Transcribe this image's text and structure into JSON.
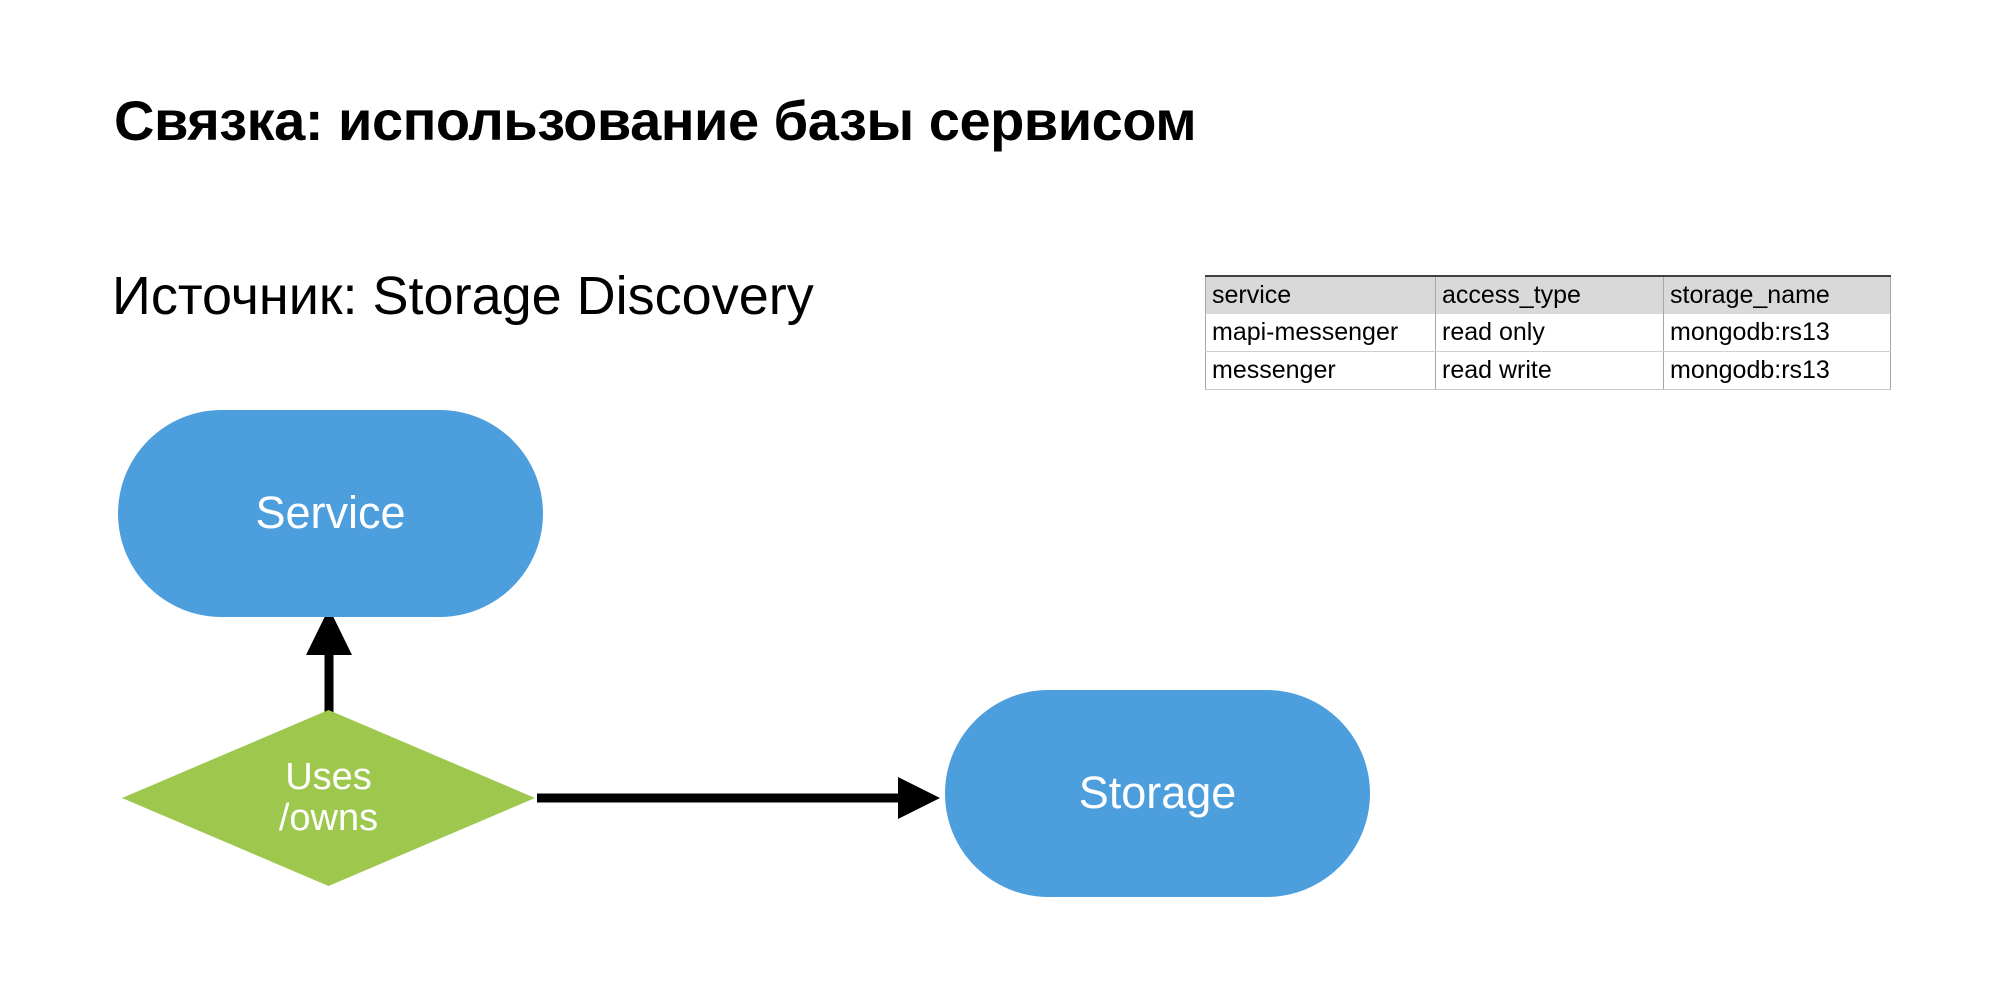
{
  "slide": {
    "title": "Связка: использование базы сервисом",
    "subtitle": "Источник: Storage Discovery"
  },
  "table": {
    "headers": [
      "service",
      "access_type",
      "storage_name"
    ],
    "rows": [
      [
        "mapi-messenger",
        "read only",
        "mongodb:rs13"
      ],
      [
        "messenger",
        "read write",
        "mongodb:rs13"
      ]
    ]
  },
  "diagram": {
    "nodes": {
      "service": {
        "label": "Service",
        "shape": "rounded-rectangle",
        "color": "#4d9edd"
      },
      "storage": {
        "label": "Storage",
        "shape": "rounded-rectangle",
        "color": "#4d9edd"
      },
      "relation": {
        "label_line1": "Uses",
        "label_line2": "/owns",
        "shape": "diamond",
        "color": "#9ec84d"
      }
    },
    "edges": [
      {
        "from": "relation",
        "to": "service",
        "direction": "up",
        "color": "#000000"
      },
      {
        "from": "relation",
        "to": "storage",
        "direction": "right",
        "color": "#000000"
      }
    ]
  },
  "colors": {
    "background": "#ffffff",
    "node_blue": "#4d9edd",
    "node_green": "#9ec84d",
    "table_header_bg": "#d9d9d9",
    "text": "#000000",
    "node_text": "#ffffff"
  }
}
